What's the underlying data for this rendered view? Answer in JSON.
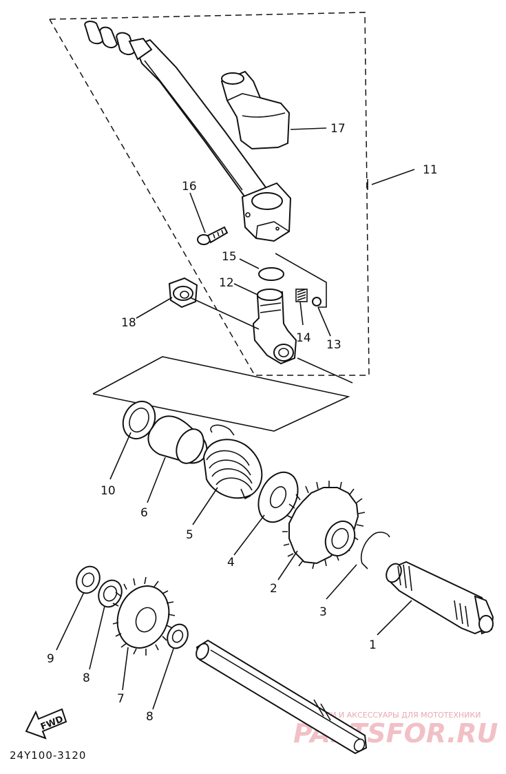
{
  "diagram_code": "24Y100-3120",
  "fwd_label": "FWD",
  "watermark": {
    "tagline": "ЗАПЧАСТИ И АКСЕССУАРЫ ДЛЯ МОТОТЕХНИКИ",
    "brand": "PARTSFOR.RU"
  },
  "callouts": {
    "c1": "1",
    "c2": "2",
    "c3": "3",
    "c4": "4",
    "c5": "5",
    "c6": "6",
    "c7": "7",
    "c8a": "8",
    "c8b": "8",
    "c9": "9",
    "c10": "10",
    "c11": "11",
    "c12": "12",
    "c13": "13",
    "c14": "14",
    "c15": "15",
    "c16": "16",
    "c17": "17",
    "c18": "18"
  }
}
